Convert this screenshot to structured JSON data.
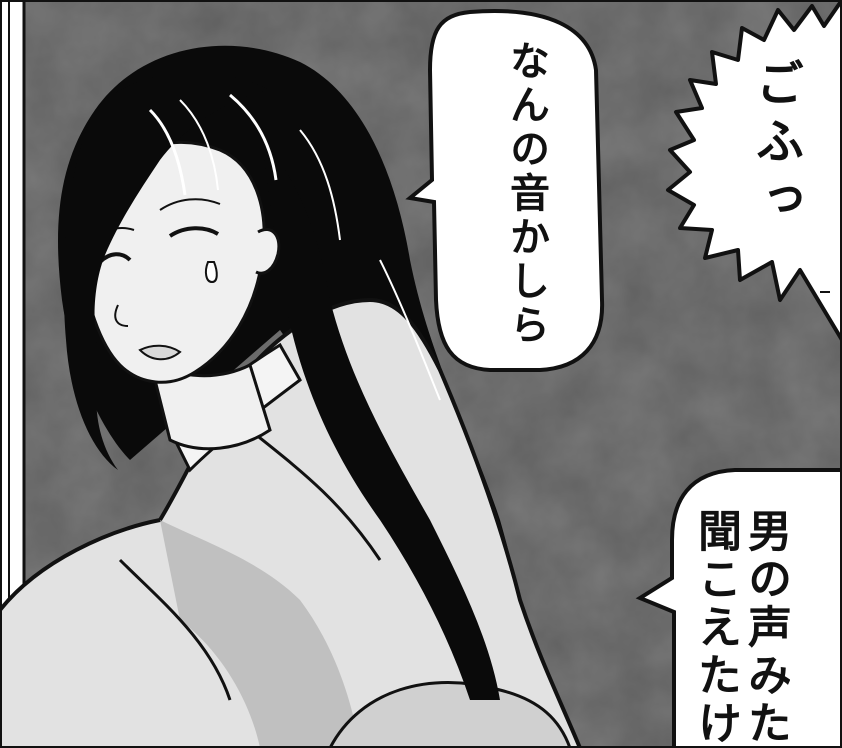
{
  "colors": {
    "background": "#5f5f5f",
    "ink": "#111111",
    "paper": "#ffffff",
    "hair": "#0a0a0a",
    "skin": "#f0f0f0",
    "clothing": "#e2e2e2",
    "clothing_shadow": "#b8b8b8"
  },
  "dialogue": {
    "bubble_1": "なんの音かしら",
    "bubble_2": "ごふっ",
    "bubble_3": "男の声みたい\n聞こえたけど"
  }
}
